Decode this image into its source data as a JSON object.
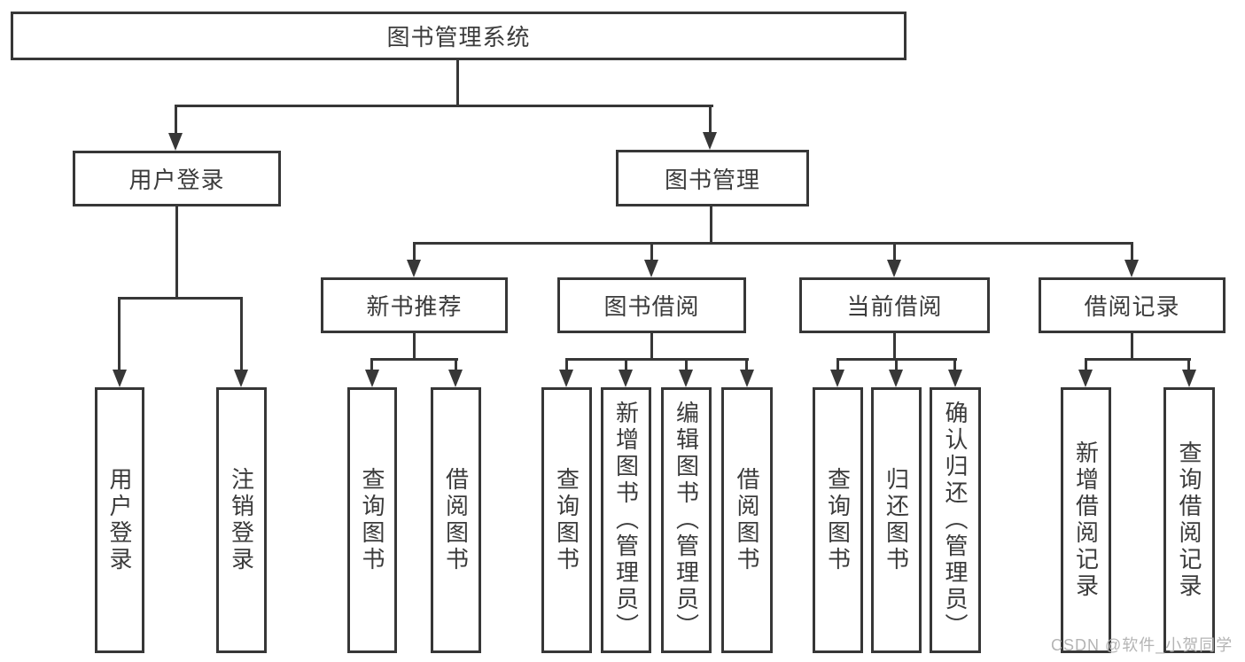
{
  "nodes": {
    "root": "图书管理系统",
    "branches": [
      {
        "label": "用户登录",
        "children": [
          "用户登录",
          "注销登录"
        ]
      },
      {
        "label": "图书管理",
        "children": [
          {
            "label": "新书推荐",
            "children": [
              "查询图书",
              "借阅图书"
            ]
          },
          {
            "label": "图书借阅",
            "children": [
              "查询图书",
              "新增图书（管理员）",
              "编辑图书（管理员）",
              "借阅图书"
            ]
          },
          {
            "label": "当前借阅",
            "children": [
              "查询图书",
              "归还图书",
              "确认归还（管理员）"
            ]
          },
          {
            "label": "借阅记录",
            "children": [
              "新增借阅记录",
              "查询借阅记录"
            ]
          }
        ]
      }
    ]
  },
  "watermark": {
    "text": "CSDN @软件_小贺同学"
  },
  "colors": {
    "line": "#373737",
    "text": "#3b3b3b",
    "watermark": "#b4b4b4",
    "background": "#ffffff"
  }
}
